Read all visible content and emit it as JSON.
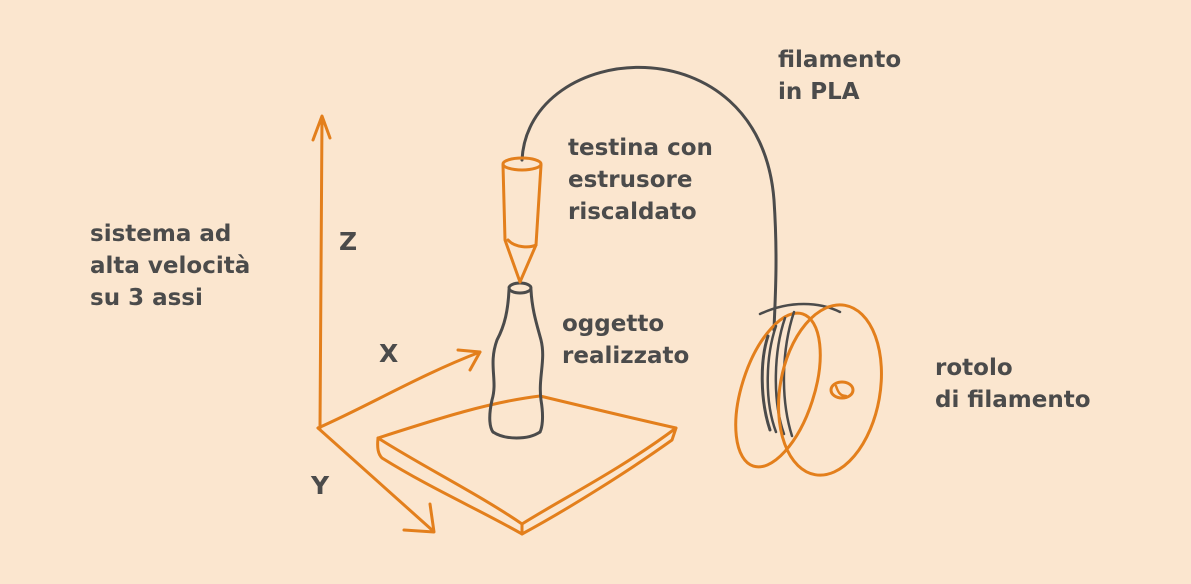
{
  "colors": {
    "background": "#fbe6cf",
    "accent": "#e37f1c",
    "ink": "#4b4b4b",
    "text": "#4b4b4b"
  },
  "labels": {
    "system": [
      "sistema ad",
      "alta velocità",
      "su 3 assi"
    ],
    "head": [
      "testina con",
      "estrusore",
      "riscaldato"
    ],
    "filament": [
      "filamento",
      "in PLA"
    ],
    "object": [
      "oggetto",
      "realizzato"
    ],
    "spool": [
      "rotolo",
      "di filamento"
    ]
  },
  "axes": {
    "z": "Z",
    "x": "X",
    "y": "Y"
  }
}
